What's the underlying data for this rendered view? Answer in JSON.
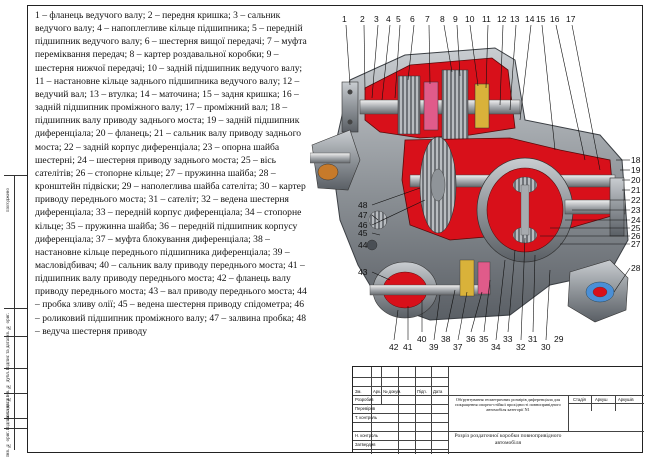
{
  "legend_text": "1 – фланець ведучого валу; 2 – передня кришка; 3 – сальник ведучого валу; 4 – напоплегливе кільце підшипника; 5 – передній підшипник ведучого валу; 6 – шестерня вищої передачі; 7 – муфта переміквання передач; 8 – картер роздавальної коробки; 9 – шестерня нижчої передачі; 10 – задній підшипник ведучого валу; 11 – настановне кільце заднього підшипника ведучого валу; 12 – ведучий вал; 13 – втулка; 14 – маточина; 15 – задня кришка; 16 – задній підшипник проміжного валу; 17 – проміжний вал; 18 – підшипник валу приводу заднього моста; 19 – задній підшипник диференціала; 20 – фланець; 21 – сальник валу приводу заднього моста; 22 – задній корпус диференціала; 23 – опорна шайба шестерні; 24 – шестерня приводу заднього моста; 25 – вісь сателітів; 26 – стопорне кільце; 27 – пружинна шайба; 28 – кронштейн підвіски; 29 – наполеглива шайба сателіта; 30 – картер приводу переднього моста; 31 – сателіт; 32 – ведена шестерня диференціала; 33 – передній корпус диференціала; 34 – стопорне кільце; 35 – пружинна шайба; 36 – передній підшипник корпусу диференціала; 37 – муфта блокування диференціала; 38 – настановне кільце переднього підшипника диференціала; 39 – масловідбивач; 40 – сальник валу приводу переднього моста; 41 – підшипник валу приводу переднього моста; 42 – фланець валу приводу переднього моста; 43 – вал приводу переднього моста; 44 – пробка зливу олії; 45 – ведена шестерня приводу спідометра; 46 – роликовий підшипник проміжного валу; 47 – залвина пробка; 48 – ведуча шестерня приводу",
  "callouts_top": [
    "1",
    "2",
    "3",
    "4",
    "5",
    "6",
    "7",
    "8",
    "9",
    "10",
    "11",
    "12",
    "13",
    "14",
    "15",
    "16",
    "17"
  ],
  "callouts_right": [
    "18",
    "19",
    "20",
    "21",
    "22",
    "23",
    "24",
    "25",
    "26",
    "27",
    "28"
  ],
  "callouts_bottom": [
    "42",
    "41",
    "40",
    "39",
    "38",
    "37",
    "36",
    "35",
    "34",
    "33",
    "32",
    "31",
    "30",
    "29"
  ],
  "callouts_left": [
    "48",
    "47",
    "46",
    "45",
    "44",
    "43"
  ],
  "side_strip": {
    "labels": [
      "Погоджено",
      "Інв. № ориг.",
      "Підпис та дата",
      "Інв. № дубл.",
      "Зам. інв. №",
      "Підпис та дата",
      "Інв. № ориг."
    ]
  },
  "stamp": {
    "header_cells": [
      "Зм.",
      "Арк.",
      "№ докум.",
      "Підп.",
      "Дата"
    ],
    "roles": [
      "Розробив",
      "Перевірив",
      "Т. контроль",
      "",
      "Н. контроль",
      "Затвердив"
    ],
    "description": "Обґрунтування геометричних розмірів диференціала для покращення опорно-стійкої прохідності повнопривідного автомобіля категорії N1",
    "title": "Розріз роздаточної коробки повнопривідного автомобіля",
    "col_labels": [
      "Стадія",
      "Аркуш",
      "Аркушів"
    ]
  },
  "colors": {
    "section_red": "#d8101a",
    "metal_grey": "#8f9499",
    "dark_metal": "#4a4f55",
    "gold": "#d9b23a",
    "copper": "#c77a2a",
    "pink": "#e05b8a",
    "blue": "#4b8fd6"
  }
}
